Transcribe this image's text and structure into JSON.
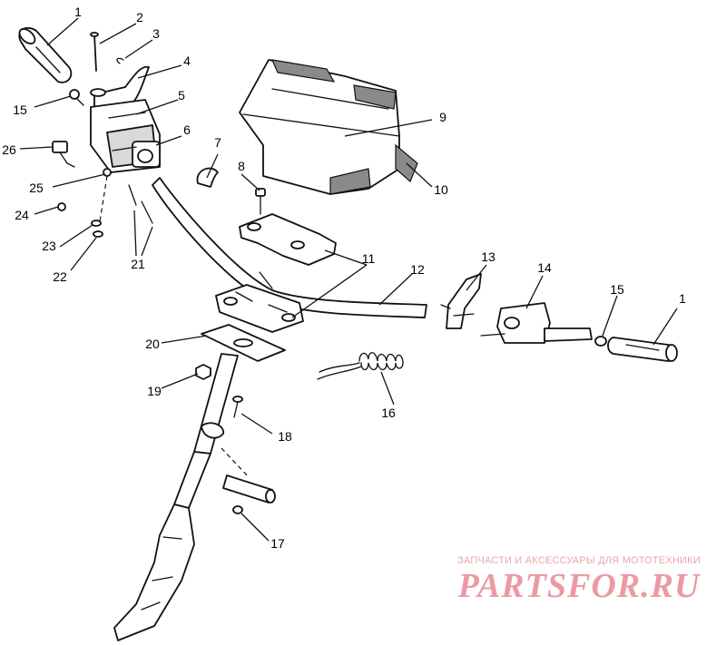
{
  "callouts": [
    {
      "id": "1-left",
      "label": "1"
    },
    {
      "id": "2",
      "label": "2"
    },
    {
      "id": "3",
      "label": "3"
    },
    {
      "id": "4",
      "label": "4"
    },
    {
      "id": "5",
      "label": "5"
    },
    {
      "id": "6",
      "label": "6"
    },
    {
      "id": "7",
      "label": "7"
    },
    {
      "id": "8",
      "label": "8"
    },
    {
      "id": "9",
      "label": "9"
    },
    {
      "id": "10",
      "label": "10"
    },
    {
      "id": "11",
      "label": "11"
    },
    {
      "id": "12",
      "label": "12"
    },
    {
      "id": "13",
      "label": "13"
    },
    {
      "id": "14",
      "label": "14"
    },
    {
      "id": "15-right",
      "label": "15"
    },
    {
      "id": "1-right",
      "label": "1"
    },
    {
      "id": "15-left",
      "label": "15"
    },
    {
      "id": "16",
      "label": "16"
    },
    {
      "id": "17",
      "label": "17"
    },
    {
      "id": "18",
      "label": "18"
    },
    {
      "id": "19",
      "label": "19"
    },
    {
      "id": "20",
      "label": "20"
    },
    {
      "id": "21",
      "label": "21"
    },
    {
      "id": "22",
      "label": "22"
    },
    {
      "id": "23",
      "label": "23"
    },
    {
      "id": "24",
      "label": "24"
    },
    {
      "id": "25",
      "label": "25"
    },
    {
      "id": "26",
      "label": "26"
    }
  ],
  "watermark": {
    "tagline": "ЗАПЧАСТИ И АКСЕССУАРЫ ДЛЯ МОТОТЕХНИКИ",
    "site": "PARTSFOR.RU",
    "color": "#ec9aa2"
  }
}
